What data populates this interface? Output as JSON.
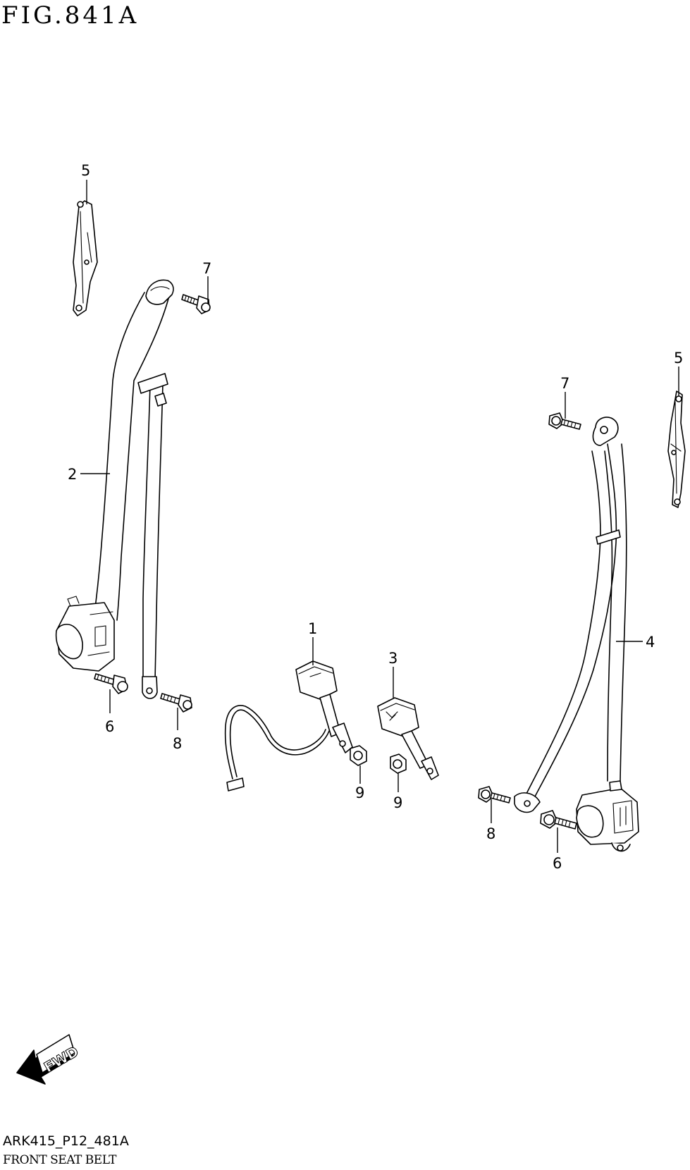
{
  "figure": {
    "title": "FIG.841A",
    "code": "ARK415_P12_481A",
    "name": "FRONT SEAT BELT"
  },
  "callouts": [
    {
      "id": "c5-left",
      "label": "5"
    },
    {
      "id": "c7-left",
      "label": "7"
    },
    {
      "id": "c2",
      "label": "2"
    },
    {
      "id": "c6-left",
      "label": "6"
    },
    {
      "id": "c8-left",
      "label": "8"
    },
    {
      "id": "c1",
      "label": "1"
    },
    {
      "id": "c3",
      "label": "3"
    },
    {
      "id": "c9-a",
      "label": "9"
    },
    {
      "id": "c9-b",
      "label": "9"
    },
    {
      "id": "c5-right",
      "label": "5"
    },
    {
      "id": "c7-right",
      "label": "7"
    },
    {
      "id": "c4",
      "label": "4"
    },
    {
      "id": "c8-right",
      "label": "8"
    },
    {
      "id": "c6-right",
      "label": "6"
    }
  ],
  "direction_marker": {
    "label": "FWD"
  }
}
